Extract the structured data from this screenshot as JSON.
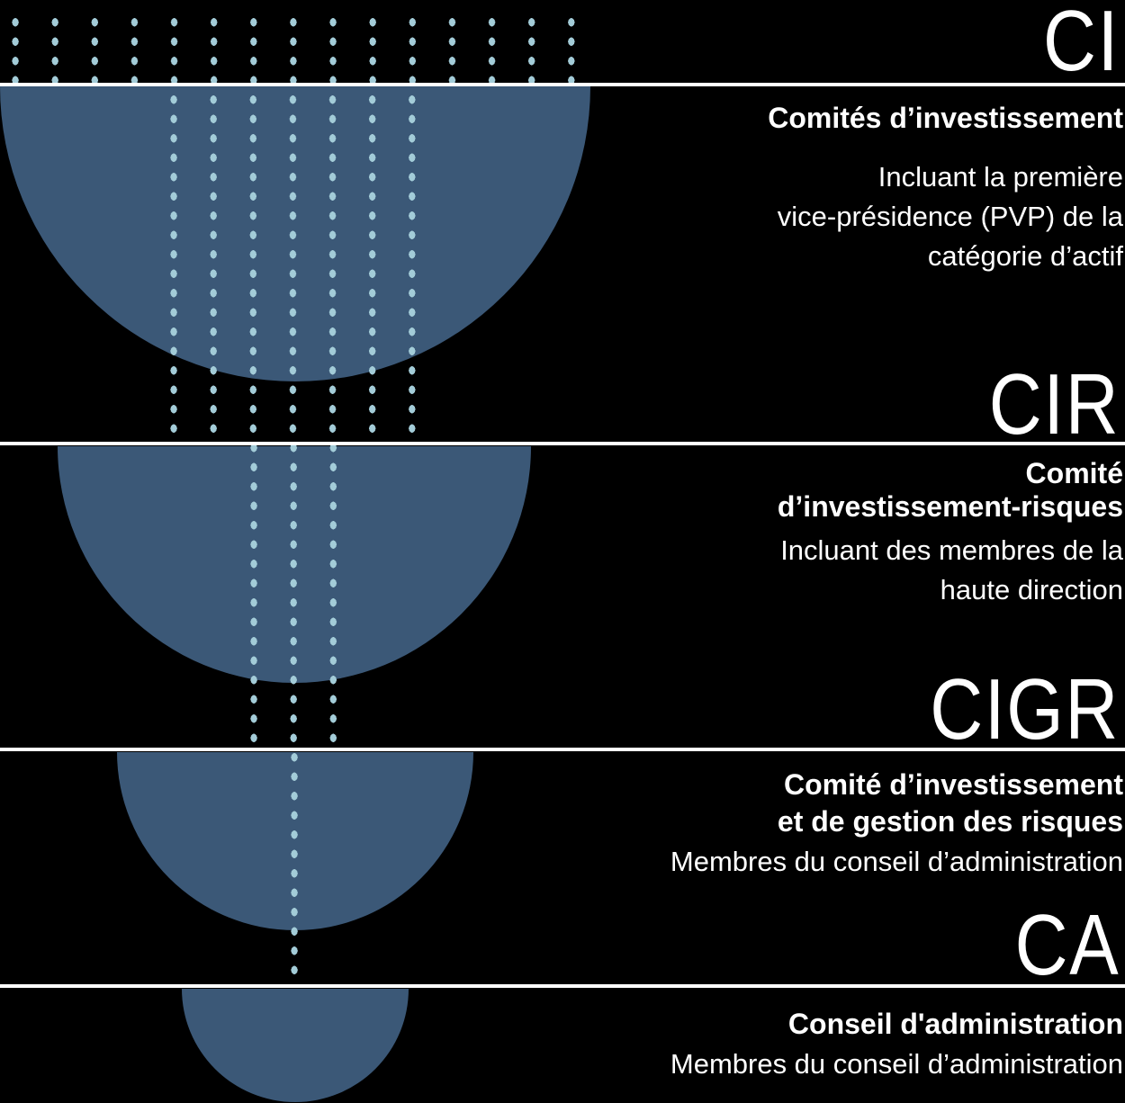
{
  "palette": {
    "background": "#000000",
    "circle": "#3B5877",
    "dots": "#A3CCD8",
    "line": "#FFFFFF",
    "text": "#FFFFFF"
  },
  "funnel": {
    "levels": [
      {
        "acronym": "CI",
        "title_lines": [
          "Comités d’investissement"
        ],
        "description_lines": [
          "Incluant la première",
          "vice-présidence (PVP) de la",
          "catégorie d’actif"
        ]
      },
      {
        "acronym": "CIR",
        "title_lines": [
          "Comité",
          "d’investissement-risques"
        ],
        "description_lines": [
          "Incluant des membres de la",
          "haute direction"
        ]
      },
      {
        "acronym": "CIGR",
        "title_lines": [
          "Comité d’investissement",
          "et de gestion des risques"
        ],
        "description_lines": [
          "Membres du conseil d’administration"
        ]
      },
      {
        "acronym": "CA",
        "title_lines": [
          "Conseil d'administration"
        ],
        "description_lines": [
          "Membres du conseil d’administration"
        ]
      }
    ]
  }
}
